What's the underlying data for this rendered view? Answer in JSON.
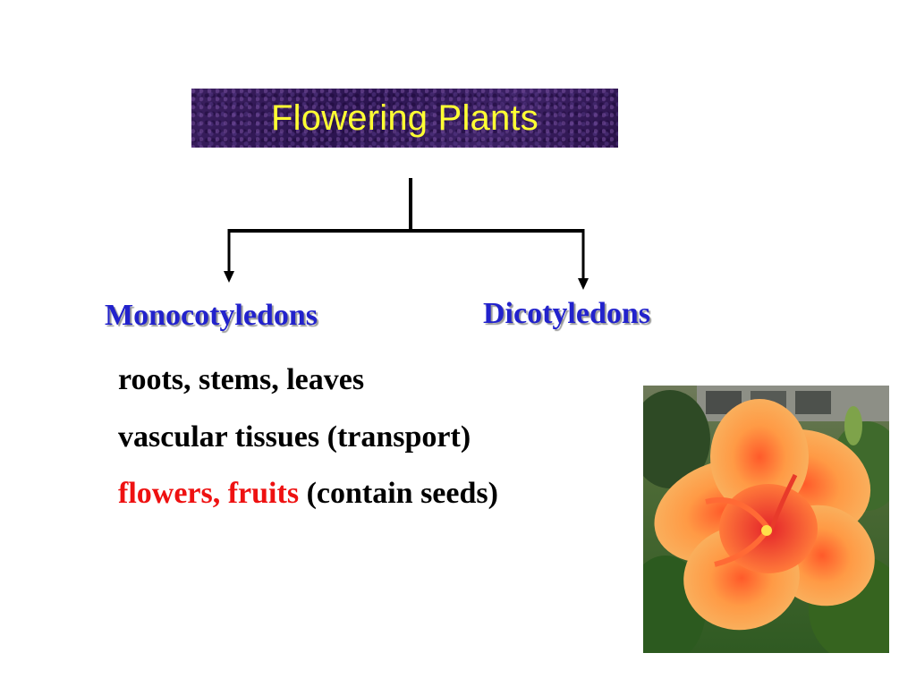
{
  "title": "Flowering Plants",
  "branches": {
    "left": "Monocotyledons",
    "right": "Dicotyledons"
  },
  "points": {
    "line1": "roots, stems, leaves",
    "line2": "vascular tissues (transport)",
    "line3_red": "flowers, fruits",
    "line3_rest": " (contain seeds)"
  },
  "colors": {
    "title_text": "#ffff33",
    "title_bg": "#2b1450",
    "branch_text": "#2222cc",
    "highlight": "#ee1111"
  },
  "photo": {
    "subject": "hibiscus-flower"
  }
}
